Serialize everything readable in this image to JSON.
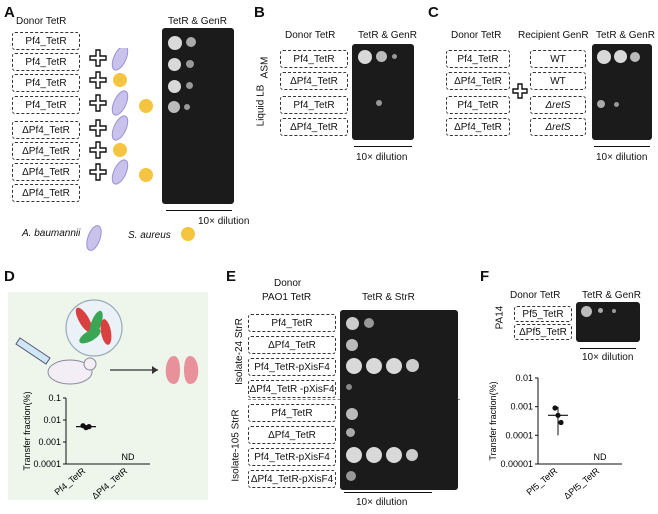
{
  "panels": {
    "A": {
      "label": "A",
      "donor_header": "Donor TetR",
      "plate_header": "TetR & GenR",
      "rows": [
        "Pf4_TetR",
        "Pf4_TetR",
        "Pf4_TetR",
        "Pf4_TetR",
        "ΔPf4_TetR",
        "ΔPf4_TetR",
        "ΔPf4_TetR",
        "ΔPf4_TetR"
      ],
      "dilution": "10× dilution",
      "legend_ab": "A. baumannii",
      "legend_sa": "S. aureus"
    },
    "B": {
      "label": "B",
      "donor_header": "Donor TetR",
      "plate_header": "TetR & GenR",
      "group_top": "ASM",
      "group_bottom": "Liquid LB",
      "rows": [
        "Pf4_TetR",
        "ΔPf4_TetR",
        "Pf4_TetR",
        "ΔPf4_TetR"
      ],
      "dilution": "10× dilution"
    },
    "C": {
      "label": "C",
      "donor_header": "Donor TetR",
      "recipient_header": "Recipient GenR",
      "plate_header": "TetR & GenR",
      "rows": [
        "Pf4_TetR",
        "ΔPf4_TetR",
        "Pf4_TetR",
        "ΔPf4_TetR"
      ],
      "recipients": [
        "WT",
        "WT",
        "ΔretS",
        "ΔretS"
      ],
      "dilution": "10× dilution"
    },
    "D": {
      "label": "D",
      "ylabel": "Transfer fraction(%)",
      "yticks": [
        "0.1",
        "0.01",
        "0.001",
        "0.0001"
      ],
      "xcats": [
        "Pf4_TetR",
        "ΔPf4_TetR"
      ],
      "nd": "ND"
    },
    "E": {
      "label": "E",
      "donor_header": "Donor",
      "donor_sub": "PAO1 TetR",
      "plate_header": "TetR & StrR",
      "group_top": "Isolate-24 StrR",
      "group_bottom": "Isolate-105 StrR",
      "rows": [
        "Pf4_TetR",
        "ΔPf4_TetR",
        "Pf4_TetR-pXisF4",
        "ΔPf4_TetR -pXisF4",
        "Pf4_TetR",
        "ΔPf4_TetR",
        "Pf4_TetR-pXisF4",
        "ΔPf4_TetR-pXisF4"
      ],
      "dilution": "10× dilution"
    },
    "F": {
      "label": "F",
      "donor_header": "Donor TetR",
      "plate_header": "TetR & GenR",
      "group": "PA14",
      "rows": [
        "Pf5_TetR",
        "ΔPf5_TetR"
      ],
      "dilution": "10× dilution",
      "ylabel": "Transfer fraction(%)",
      "yticks": [
        "0.01",
        "0.001",
        "0.0001",
        "0.00001"
      ],
      "xcats": [
        "Pf5_TetR",
        "ΔPf5_TetR"
      ],
      "nd": "ND"
    }
  },
  "chart_data": [
    {
      "type": "scatter",
      "panel": "D",
      "ylabel": "Transfer fraction(%)",
      "yscale": "log",
      "ylim": [
        0.0001,
        0.1
      ],
      "categories": [
        "Pf4_TetR",
        "ΔPf4_TetR"
      ],
      "points": [
        {
          "x": "Pf4_TetR",
          "y": 0.0055
        },
        {
          "x": "Pf4_TetR",
          "y": 0.0045
        },
        {
          "x": "Pf4_TetR",
          "y": 0.005
        }
      ],
      "mean": {
        "x": "Pf4_TetR",
        "y": 0.005
      },
      "annotations": [
        {
          "x": "ΔPf4_TetR",
          "text": "ND"
        }
      ]
    },
    {
      "type": "scatter",
      "panel": "F",
      "ylabel": "Transfer fraction(%)",
      "yscale": "log",
      "ylim": [
        1e-05,
        0.01
      ],
      "categories": [
        "Pf5_TetR",
        "ΔPf5_TetR"
      ],
      "points": [
        {
          "x": "Pf5_TetR",
          "y": 0.0009
        },
        {
          "x": "Pf5_TetR",
          "y": 0.0005
        },
        {
          "x": "Pf5_TetR",
          "y": 0.00028
        }
      ],
      "mean": {
        "x": "Pf5_TetR",
        "y": 0.0005
      },
      "error": [
        0.0001,
        0.001
      ],
      "annotations": [
        {
          "x": "ΔPf5_TetR",
          "text": "ND"
        }
      ]
    }
  ]
}
